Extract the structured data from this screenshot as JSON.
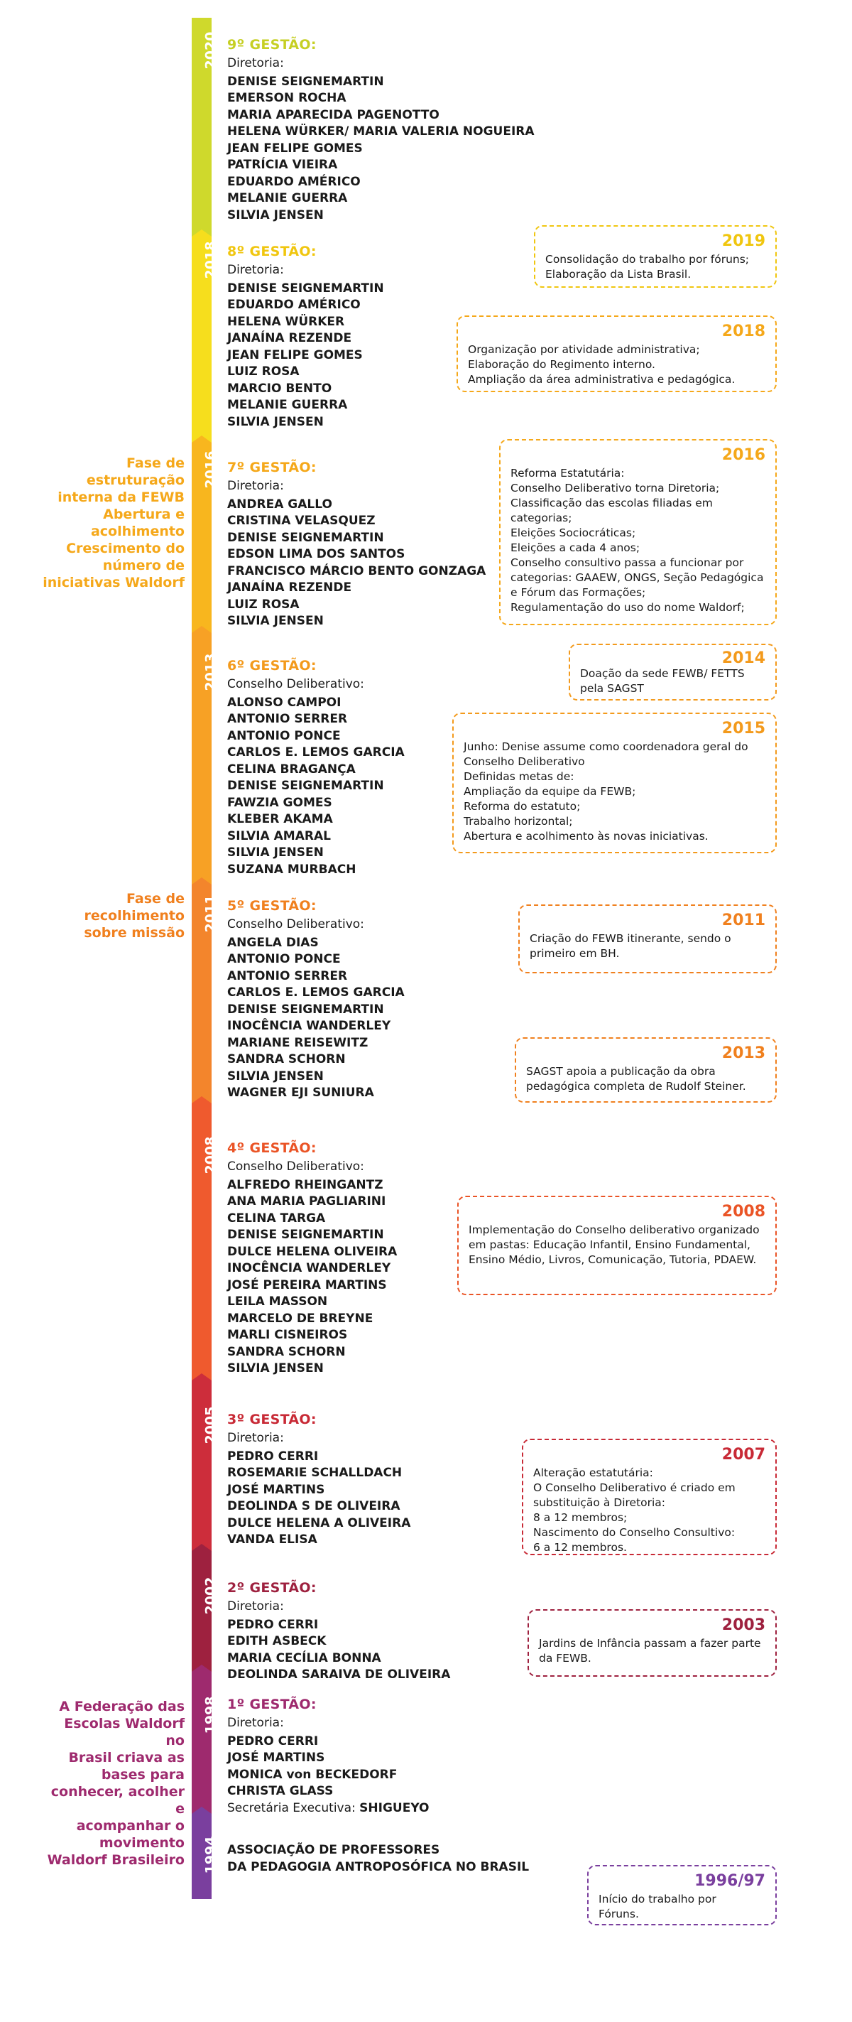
{
  "colors": {
    "y2020": "#cfd92c",
    "y2018": "#f6de1d",
    "y2016": "#f8b61e",
    "y2013": "#f7a125",
    "y2011": "#f3852c",
    "y2008": "#ef5a2e",
    "y2005": "#cd2d3b",
    "y2002": "#9e213f",
    "y1998": "#9e2a6e",
    "y1994": "#7a3f9e",
    "text_dark": "#1a1a1a"
  },
  "timeline": [
    {
      "year": "2020"
    },
    {
      "year": "2018"
    },
    {
      "year": "2016"
    },
    {
      "year": "2013"
    },
    {
      "year": "2011"
    },
    {
      "year": "2008"
    },
    {
      "year": "2005"
    },
    {
      "year": "2002"
    },
    {
      "year": "1998"
    },
    {
      "year": "1994"
    }
  ],
  "gestoes": [
    {
      "title": "9º GESTÃO:",
      "role": "Diretoria:",
      "names": [
        "DENISE SEIGNEMARTIN",
        "EMERSON ROCHA",
        "MARIA APARECIDA PAGENOTTO",
        "HELENA WÜRKER/ MARIA VALERIA NOGUEIRA",
        "JEAN FELIPE GOMES",
        "PATRÍCIA VIEIRA",
        "EDUARDO AMÉRICO",
        "MELANIE GUERRA",
        "SILVIA JENSEN"
      ]
    },
    {
      "title": "8º GESTÃO:",
      "role": "Diretoria:",
      "names": [
        "DENISE SEIGNEMARTIN",
        "EDUARDO AMÉRICO",
        "HELENA WÜRKER",
        "JANAÍNA REZENDE",
        "JEAN FELIPE GOMES",
        "LUIZ ROSA",
        "MARCIO BENTO",
        "MELANIE GUERRA",
        "SILVIA JENSEN"
      ]
    },
    {
      "title": "7º GESTÃO:",
      "role": "Diretoria:",
      "names": [
        "ANDREA GALLO",
        "CRISTINA VELASQUEZ",
        "DENISE SEIGNEMARTIN",
        "EDSON LIMA DOS SANTOS",
        "FRANCISCO MÁRCIO BENTO GONZAGA",
        "JANAÍNA REZENDE",
        "LUIZ ROSA",
        "SILVIA JENSEN"
      ]
    },
    {
      "title": "6º GESTÃO:",
      "role": "Conselho Deliberativo:",
      "names": [
        "ALONSO CAMPOI",
        "ANTONIO SERRER",
        "ANTONIO PONCE",
        "CARLOS E. LEMOS GARCIA",
        "CELINA BRAGANÇA",
        "DENISE SEIGNEMARTIN",
        "FAWZIA GOMES",
        "KLEBER AKAMA",
        "SILVIA AMARAL",
        "SILVIA JENSEN",
        "SUZANA MURBACH"
      ]
    },
    {
      "title": "5º GESTÃO:",
      "role": "Conselho Deliberativo:",
      "names": [
        "ANGELA DIAS",
        "ANTONIO PONCE",
        "ANTONIO SERRER",
        "CARLOS E. LEMOS GARCIA",
        "DENISE SEIGNEMARTIN",
        "INOCÊNCIA WANDERLEY",
        "MARIANE REISEWITZ",
        "SANDRA SCHORN",
        "SILVIA JENSEN",
        "WAGNER EJI SUNIURA"
      ]
    },
    {
      "title": "4º GESTÃO:",
      "role": "Conselho Deliberativo:",
      "names": [
        "ALFREDO RHEINGANTZ",
        "ANA MARIA PAGLIARINI",
        "CELINA TARGA",
        "DENISE SEIGNEMARTIN",
        "DULCE HELENA OLIVEIRA",
        "INOCÊNCIA WANDERLEY",
        "JOSÉ PEREIRA MARTINS",
        "LEILA MASSON",
        "MARCELO DE BREYNE",
        "MARLI CISNEIROS",
        "SANDRA SCHORN",
        "SILVIA JENSEN"
      ]
    },
    {
      "title": "3º GESTÃO:",
      "role": "Diretoria:",
      "names": [
        "PEDRO CERRI",
        "ROSEMARIE SCHALLDACH",
        "JOSÉ MARTINS",
        "DEOLINDA S DE OLIVEIRA",
        "DULCE HELENA A OLIVEIRA",
        "VANDA ELISA"
      ]
    },
    {
      "title": "2º GESTÃO:",
      "role": "Diretoria:",
      "names": [
        "PEDRO CERRI",
        "EDITH ASBECK",
        "MARIA CECÍLIA BONNA",
        "DEOLINDA SARAIVA  DE OLIVEIRA"
      ]
    },
    {
      "title": "1º GESTÃO:",
      "role": "Diretoria:",
      "names": [
        "PEDRO CERRI",
        "JOSÉ MARTINS",
        "MONICA von BECKEDORF",
        "CHRISTA GLASS"
      ],
      "secretaria_label": "Secretária Executiva: ",
      "secretaria_name": "SHIGUEYO"
    },
    {
      "title": "ASSOCIAÇÃO DE PROFESSORES\nDA PEDAGOGIA ANTROPOSÓFICA NO BRASIL"
    }
  ],
  "events": [
    {
      "year": "2019",
      "text": "Consolidação do trabalho por fóruns;\nElaboração da Lista Brasil."
    },
    {
      "year": "2018",
      "text": "Organização por atividade administrativa;\nElaboração do Regimento interno.\nAmpliação da área administrativa e pedagógica."
    },
    {
      "year": "2016",
      "text": "Reforma Estatutária:\nConselho Deliberativo torna Diretoria;\nClassificação das escolas filiadas em categorias;\nEleições Sociocráticas;\nEleições a cada 4 anos;\nConselho consultivo passa a funcionar por categorias: GAAEW, ONGS, Seção Pedagógica e Fórum das Formações;\nRegulamentação do uso do nome Waldorf;"
    },
    {
      "year": "2014",
      "text": "Doação da  sede FEWB/ FETTS\npela SAGST"
    },
    {
      "year": "2015",
      "text": "Junho: Denise assume como coordenadora geral do Conselho Deliberativo\nDefinidas metas de:\nAmpliação da equipe da FEWB;\nReforma do estatuto;\nTrabalho horizontal;\nAbertura e acolhimento às novas iniciativas."
    },
    {
      "year": "2011",
      "text": "Criação do FEWB itinerante, sendo o primeiro em BH."
    },
    {
      "year": "2013",
      "text": "SAGST apoia a publicação da obra pedagógica completa de Rudolf Steiner."
    },
    {
      "year": "2008",
      "text": "Implementação do Conselho deliberativo organizado em pastas: Educação Infantil, Ensino Fundamental, Ensino Médio, Livros, Comunicação, Tutoria, PDAEW."
    },
    {
      "year": "2007",
      "text": "Alteração estatutária:\nO Conselho Deliberativo é criado em substituição à Diretoria:\n8 a 12 membros;\nNascimento do Conselho Consultivo:\n6 a 12 membros."
    },
    {
      "year": "2003",
      "text": "Jardins de Infância passam a fazer parte da FEWB."
    },
    {
      "year": "1996/97",
      "text": "Início do trabalho por\nFóruns."
    }
  ],
  "phases": [
    {
      "text": "Fase de\nestruturação\ninterna da FEWB\nAbertura e\nacolhimento\nCrescimento do\nnúmero de\niniciativas Waldorf"
    },
    {
      "text": "Fase de\nrecolhimento\nsobre missão"
    },
    {
      "text": "A Federação das\nEscolas Waldorf no\nBrasil criava as\nbases para\nconhecer, acolher e\nacompanhar o\nmovimento\nWaldorf Brasileiro"
    }
  ]
}
